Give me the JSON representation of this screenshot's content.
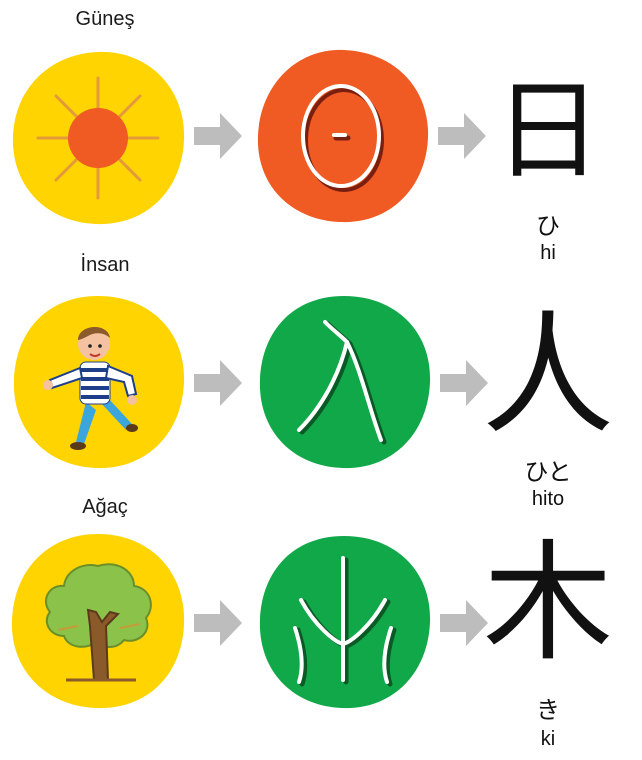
{
  "colors": {
    "yellow": "#FFD400",
    "orange": "#F05A23",
    "green": "#11A84A",
    "arrow": "#BDBDBD",
    "ink": "#111111"
  },
  "rows": [
    {
      "label": "Güneş",
      "picture_icon": "sun-icon",
      "symbol_icon": "sun-glyph-icon",
      "kanji": "日",
      "kana": "ひ",
      "romaji": "hi"
    },
    {
      "label": "İnsan",
      "picture_icon": "boy-icon",
      "symbol_icon": "person-glyph-icon",
      "kanji": "人",
      "kana": "ひと",
      "romaji": "hito"
    },
    {
      "label": "Ağaç",
      "picture_icon": "tree-icon",
      "symbol_icon": "tree-glyph-icon",
      "kanji": "木",
      "kana": "き",
      "romaji": "ki"
    }
  ]
}
